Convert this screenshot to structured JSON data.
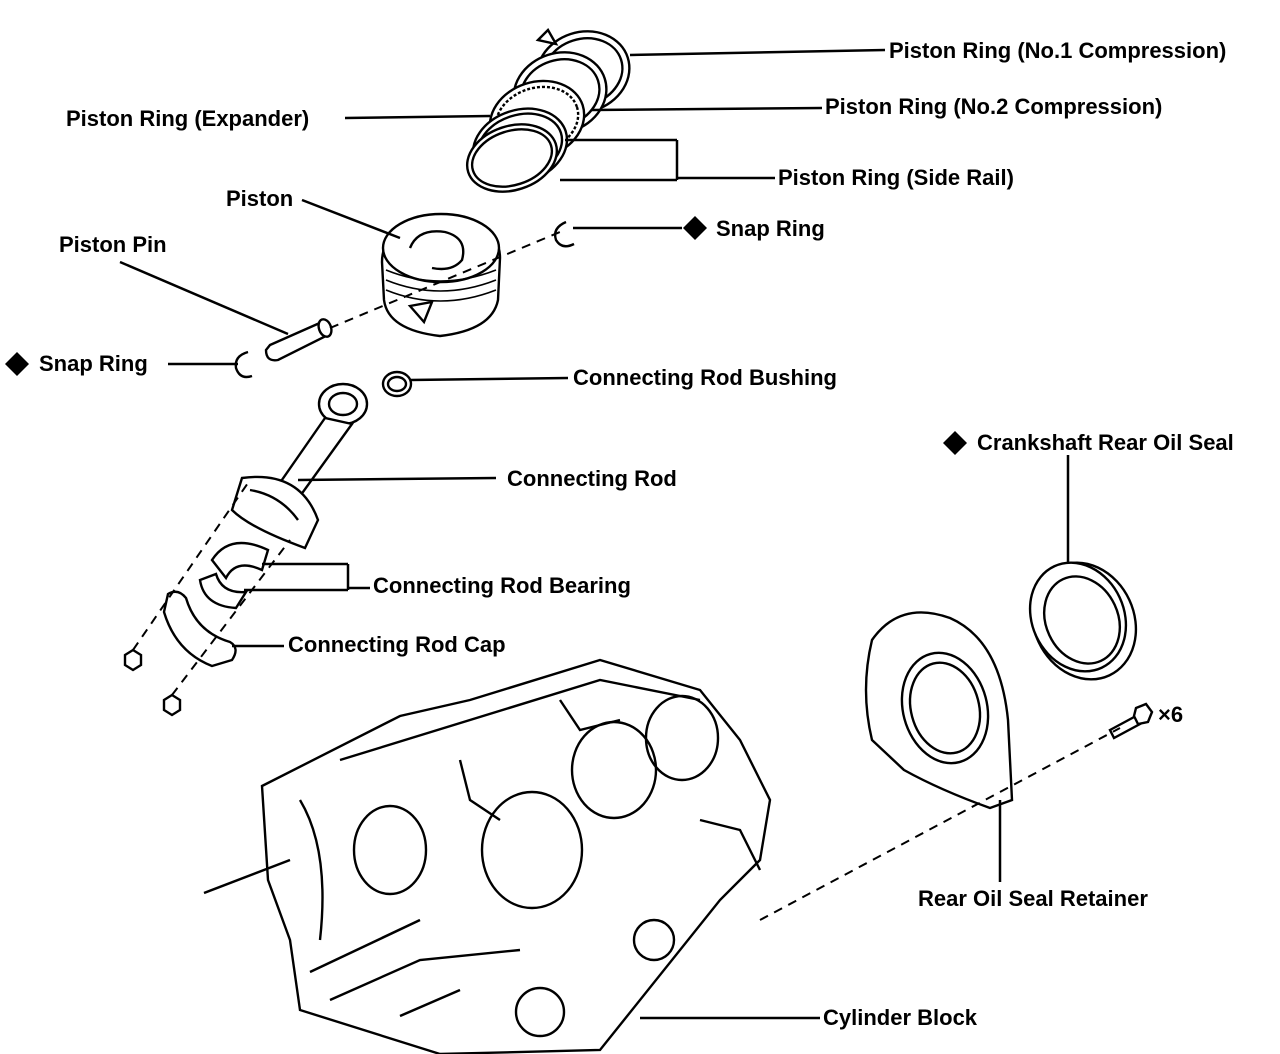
{
  "labels": {
    "ring_no1": "Piston Ring (No.1 Compression)",
    "ring_no2": "Piston Ring (No.2 Compression)",
    "ring_expander": "Piston Ring (Expander)",
    "ring_side_rail": "Piston Ring (Side Rail)",
    "piston": "Piston",
    "snap_ring_right": "Snap Ring",
    "piston_pin": "Piston Pin",
    "snap_ring_left": "Snap Ring",
    "rod_bushing": "Connecting Rod Bushing",
    "connecting_rod": "Connecting Rod",
    "crank_rear_oil_seal": "Crankshaft Rear Oil Seal",
    "rod_bearing": "Connecting Rod Bearing",
    "rod_cap": "Connecting Rod Cap",
    "bolt_qty": "×6",
    "rear_seal_retainer": "Rear Oil Seal Retainer",
    "cylinder_block": "Cylinder Block"
  },
  "symbols": {
    "non_reusable_marker": "diamond-icon",
    "line_color": "#000000",
    "background": "#ffffff"
  }
}
